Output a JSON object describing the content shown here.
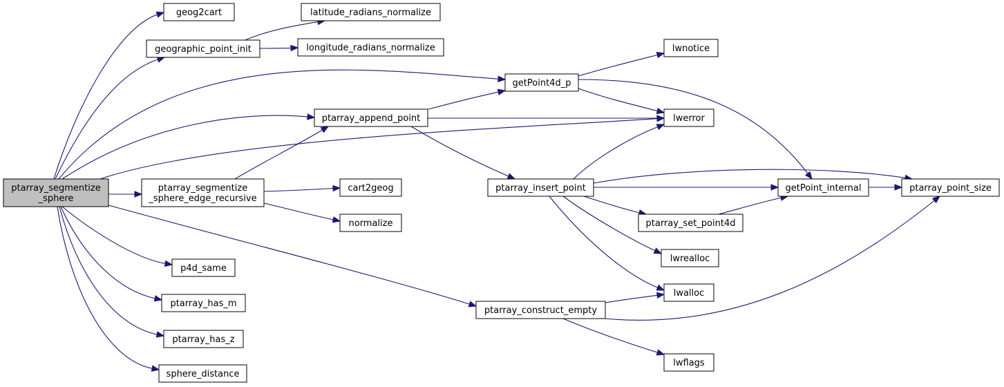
{
  "colors": {
    "node_fill": "#ffffff",
    "root_fill": "#bfbfbf",
    "node_stroke": "#000000",
    "edge": "#191970"
  },
  "nodes": [
    {
      "id": "root",
      "lines": [
        "ptarray_segmentize",
        "_sphere"
      ],
      "root": true
    },
    {
      "id": "geog2cart",
      "lines": [
        "geog2cart"
      ]
    },
    {
      "id": "geographic_point_init",
      "lines": [
        "geographic_point_init"
      ]
    },
    {
      "id": "latitude_radians_normalize",
      "lines": [
        "latitude_radians_normalize"
      ]
    },
    {
      "id": "longitude_radians_normalize",
      "lines": [
        "longitude_radians_normalize"
      ]
    },
    {
      "id": "getPoint4d_p",
      "lines": [
        "getPoint4d_p"
      ]
    },
    {
      "id": "lwnotice",
      "lines": [
        "lwnotice"
      ]
    },
    {
      "id": "ptarray_append_point",
      "lines": [
        "ptarray_append_point"
      ]
    },
    {
      "id": "lwerror",
      "lines": [
        "lwerror"
      ]
    },
    {
      "id": "ptarray_segmentize_sphere_edge_recursive",
      "lines": [
        "ptarray_segmentize",
        "_sphere_edge_recursive"
      ]
    },
    {
      "id": "cart2geog",
      "lines": [
        "cart2geog"
      ]
    },
    {
      "id": "normalize",
      "lines": [
        "normalize"
      ]
    },
    {
      "id": "ptarray_insert_point",
      "lines": [
        "ptarray_insert_point"
      ]
    },
    {
      "id": "getPoint_internal",
      "lines": [
        "getPoint_internal"
      ]
    },
    {
      "id": "ptarray_point_size",
      "lines": [
        "ptarray_point_size"
      ]
    },
    {
      "id": "ptarray_set_point4d",
      "lines": [
        "ptarray_set_point4d"
      ]
    },
    {
      "id": "lwrealloc",
      "lines": [
        "lwrealloc"
      ]
    },
    {
      "id": "lwalloc",
      "lines": [
        "lwalloc"
      ]
    },
    {
      "id": "p4d_same",
      "lines": [
        "p4d_same"
      ]
    },
    {
      "id": "ptarray_has_m",
      "lines": [
        "ptarray_has_m"
      ]
    },
    {
      "id": "ptarray_has_z",
      "lines": [
        "ptarray_has_z"
      ]
    },
    {
      "id": "ptarray_construct_empty",
      "lines": [
        "ptarray_construct_empty"
      ]
    },
    {
      "id": "lwflags",
      "lines": [
        "lwflags"
      ]
    },
    {
      "id": "sphere_distance",
      "lines": [
        "sphere_distance"
      ]
    }
  ],
  "edges": [
    {
      "from": "root",
      "to": "geog2cart"
    },
    {
      "from": "root",
      "to": "geographic_point_init"
    },
    {
      "from": "root",
      "to": "getPoint4d_p"
    },
    {
      "from": "root",
      "to": "ptarray_append_point"
    },
    {
      "from": "root",
      "to": "lwerror"
    },
    {
      "from": "root",
      "to": "ptarray_segmentize_sphere_edge_recursive"
    },
    {
      "from": "root",
      "to": "ptarray_construct_empty"
    },
    {
      "from": "root",
      "to": "p4d_same"
    },
    {
      "from": "root",
      "to": "ptarray_has_m"
    },
    {
      "from": "root",
      "to": "ptarray_has_z"
    },
    {
      "from": "root",
      "to": "sphere_distance"
    },
    {
      "from": "geographic_point_init",
      "to": "latitude_radians_normalize"
    },
    {
      "from": "geographic_point_init",
      "to": "longitude_radians_normalize"
    },
    {
      "from": "getPoint4d_p",
      "to": "lwnotice"
    },
    {
      "from": "getPoint4d_p",
      "to": "lwerror"
    },
    {
      "from": "getPoint4d_p",
      "to": "getPoint_internal"
    },
    {
      "from": "ptarray_append_point",
      "to": "getPoint4d_p"
    },
    {
      "from": "ptarray_append_point",
      "to": "lwerror"
    },
    {
      "from": "ptarray_append_point",
      "to": "ptarray_insert_point"
    },
    {
      "from": "ptarray_segmentize_sphere_edge_recursive",
      "to": "ptarray_append_point"
    },
    {
      "from": "ptarray_segmentize_sphere_edge_recursive",
      "to": "cart2geog"
    },
    {
      "from": "ptarray_segmentize_sphere_edge_recursive",
      "to": "normalize"
    },
    {
      "from": "ptarray_insert_point",
      "to": "lwerror"
    },
    {
      "from": "ptarray_insert_point",
      "to": "getPoint_internal"
    },
    {
      "from": "ptarray_insert_point",
      "to": "ptarray_point_size"
    },
    {
      "from": "ptarray_insert_point",
      "to": "ptarray_set_point4d"
    },
    {
      "from": "ptarray_insert_point",
      "to": "lwrealloc"
    },
    {
      "from": "ptarray_insert_point",
      "to": "lwalloc"
    },
    {
      "from": "getPoint_internal",
      "to": "ptarray_point_size"
    },
    {
      "from": "ptarray_set_point4d",
      "to": "getPoint_internal"
    },
    {
      "from": "ptarray_construct_empty",
      "to": "lwalloc"
    },
    {
      "from": "ptarray_construct_empty",
      "to": "ptarray_point_size"
    },
    {
      "from": "ptarray_construct_empty",
      "to": "lwflags"
    }
  ]
}
